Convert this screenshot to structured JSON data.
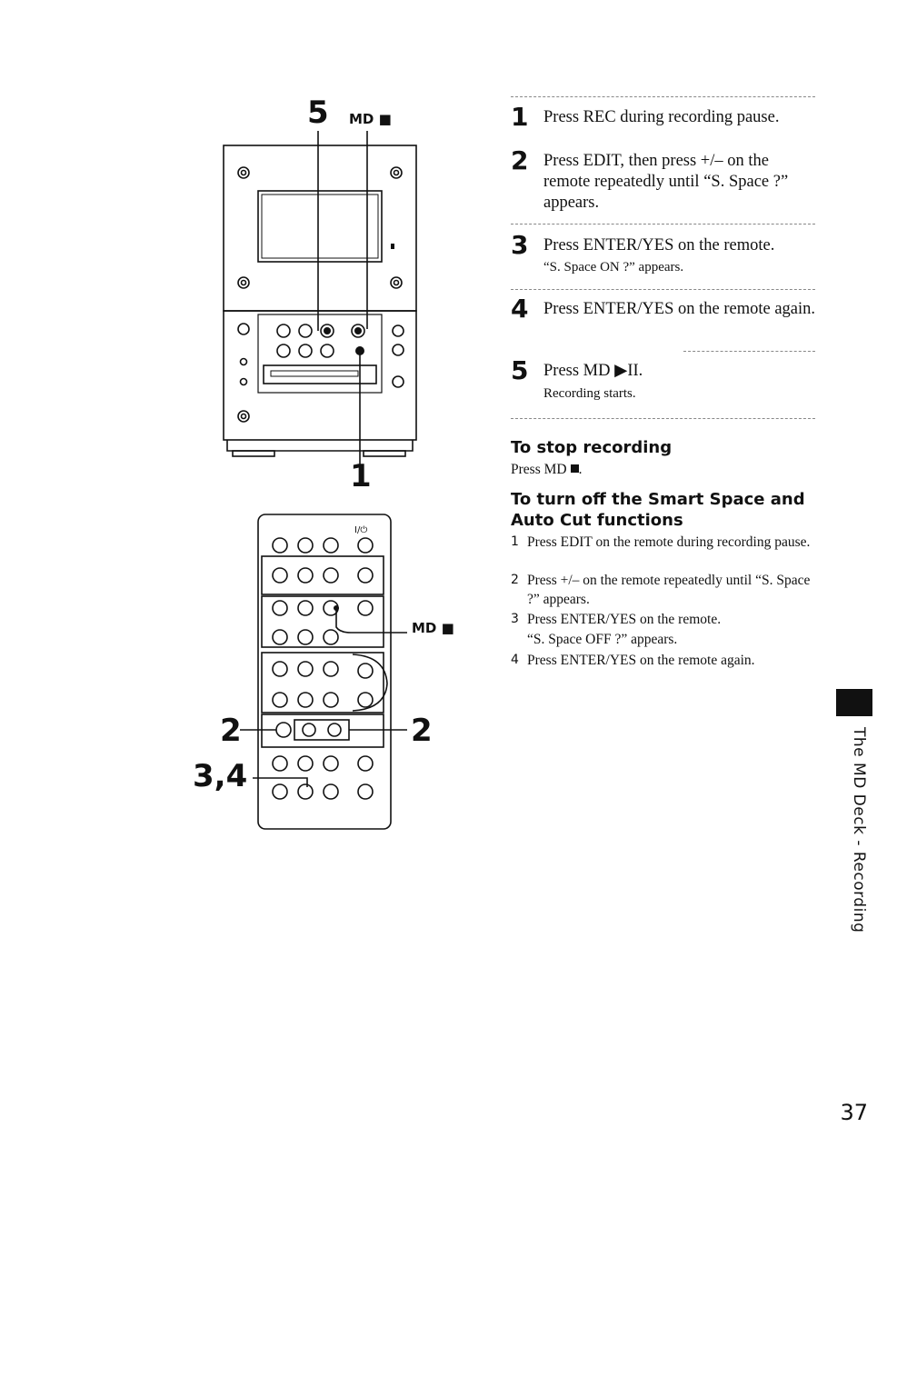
{
  "figure": {
    "callouts": {
      "top_step": "5",
      "top_label": "MD ■",
      "deck_step": "1",
      "remote_label": "MD ■",
      "left_step_a": "2",
      "right_step": "2",
      "left_step_b": "3,4",
      "power_symbol": "I/⏻"
    }
  },
  "steps": [
    {
      "number": "1",
      "text": "Press REC during recording pause."
    },
    {
      "number": "2",
      "text": "Press EDIT, then press +/– on the remote repeatedly until “S. Space ?” appears."
    },
    {
      "number": "3",
      "text": "Press ENTER/YES on the remote.",
      "note": "“S. Space ON ?” appears."
    },
    {
      "number": "4",
      "text": "Press ENTER/YES on the remote again."
    },
    {
      "number": "5",
      "text": "Press MD ▶II.",
      "note": "Recording starts."
    }
  ],
  "stop_section": {
    "heading": "To stop recording",
    "body": "Press MD"
  },
  "off_section": {
    "heading": "To turn off the Smart Space and Auto Cut functions",
    "items": [
      {
        "number": "1",
        "text": "Press EDIT on the remote during recording pause."
      },
      {
        "number": "2",
        "text": "Press +/– on the remote repeatedly until “S. Space ?” appears."
      },
      {
        "number": "3",
        "text": "Press ENTER/YES on the remote.",
        "note": "“S. Space OFF ?” appears."
      },
      {
        "number": "4",
        "text": "Press ENTER/YES on the remote again."
      }
    ]
  },
  "side_tab": {
    "label": "The MD Deck - Recording"
  },
  "page_number": "37"
}
